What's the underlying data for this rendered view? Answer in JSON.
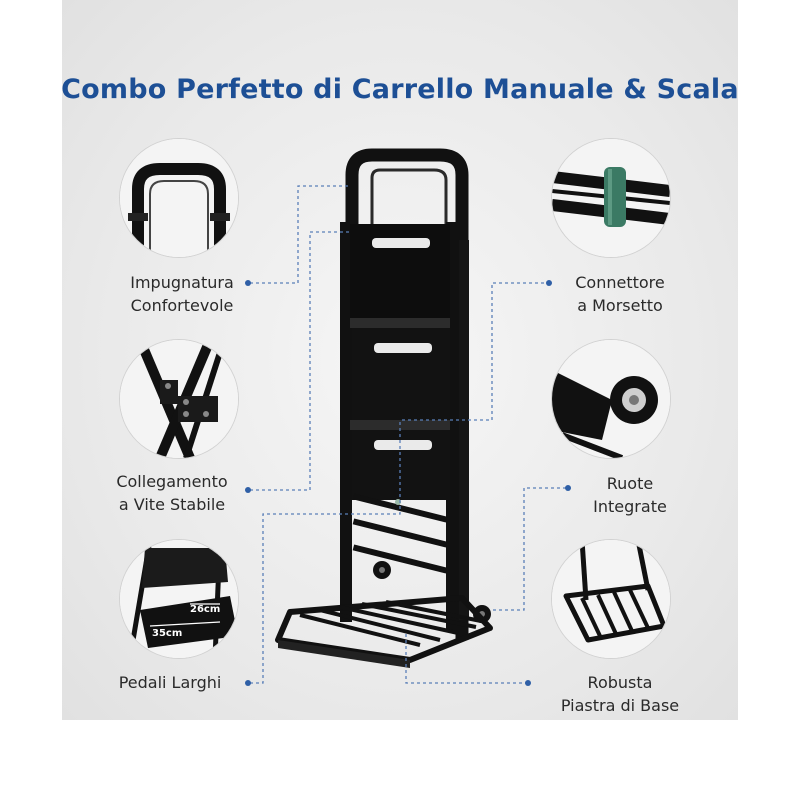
{
  "title": "Combo Perfetto di Carrello Manuale & Scala",
  "features": [
    {
      "line1": "Impugnatura",
      "line2": "Confortevole"
    },
    {
      "line1": "Collegamento",
      "line2": "a Vite Stabile"
    },
    {
      "line1": "Pedali Larghi",
      "line2": ""
    },
    {
      "line1": "Connettore",
      "line2": "a Morsetto"
    },
    {
      "line1": "Ruote",
      "line2": "Integrate"
    },
    {
      "line1": "Robusta",
      "line2": "Piastra di Base"
    }
  ],
  "dimensions": {
    "depth": "26cm",
    "width": "35cm"
  },
  "colors": {
    "title": "#1d4f95",
    "accent": "#2f5fa6",
    "product": "#111111",
    "clamp": "#3b7a64"
  }
}
